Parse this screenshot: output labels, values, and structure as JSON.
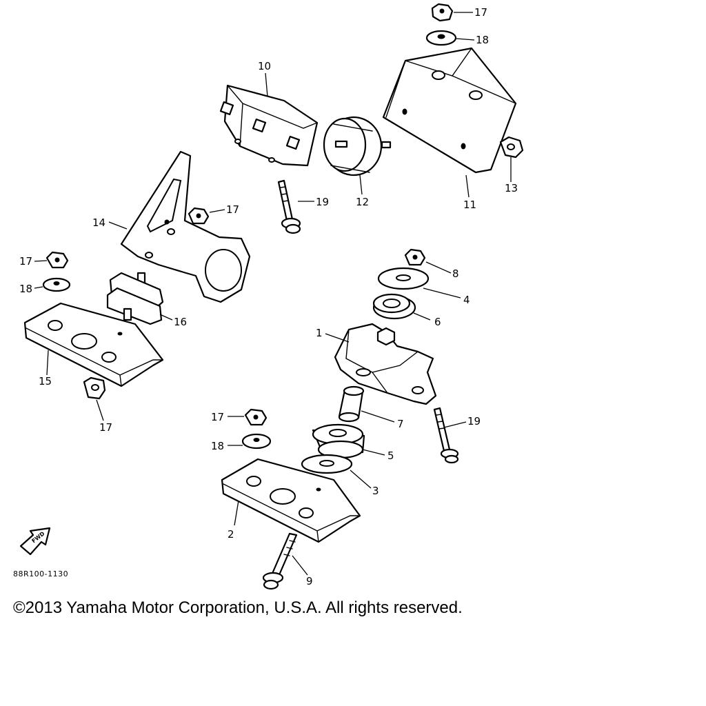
{
  "diagram": {
    "callouts": [
      {
        "id": "p1",
        "label": "1"
      },
      {
        "id": "p2",
        "label": "2"
      },
      {
        "id": "p3",
        "label": "3"
      },
      {
        "id": "p4",
        "label": "4"
      },
      {
        "id": "p5",
        "label": "5"
      },
      {
        "id": "p6",
        "label": "6"
      },
      {
        "id": "p7",
        "label": "7"
      },
      {
        "id": "p8",
        "label": "8"
      },
      {
        "id": "p9",
        "label": "9"
      },
      {
        "id": "p10",
        "label": "10"
      },
      {
        "id": "p11",
        "label": "11"
      },
      {
        "id": "p12",
        "label": "12"
      },
      {
        "id": "p13",
        "label": "13"
      },
      {
        "id": "p14",
        "label": "14"
      },
      {
        "id": "p15",
        "label": "15"
      },
      {
        "id": "p16",
        "label": "16"
      },
      {
        "id": "p17a",
        "label": "17"
      },
      {
        "id": "p17b",
        "label": "17"
      },
      {
        "id": "p17c",
        "label": "17"
      },
      {
        "id": "p17d",
        "label": "17"
      },
      {
        "id": "p17e",
        "label": "17"
      },
      {
        "id": "p18a",
        "label": "18"
      },
      {
        "id": "p18b",
        "label": "18"
      },
      {
        "id": "p18c",
        "label": "18"
      },
      {
        "id": "p19a",
        "label": "19"
      },
      {
        "id": "p19b",
        "label": "19"
      }
    ],
    "fwd_arrow_text": "FWD",
    "drawing_code": "88R100-1130"
  },
  "footer": {
    "copyright": "©2013 Yamaha Motor Corporation, U.S.A. All rights reserved."
  }
}
